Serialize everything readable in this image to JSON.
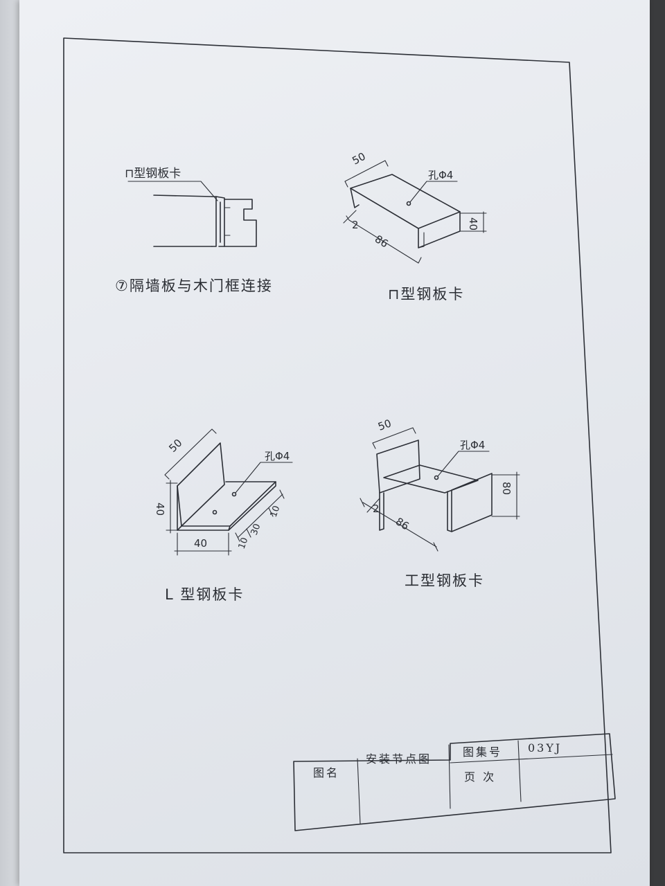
{
  "drawing": {
    "detail7": {
      "label": "⊓型钢板卡",
      "caption": "⑦隔墙板与木门框连接"
    },
    "u_clip": {
      "dim_width": "50",
      "dim_thickness": "2",
      "dim_length": "86",
      "dim_height": "40",
      "hole": "孔Φ4",
      "caption": "⊓型钢板卡"
    },
    "l_clip": {
      "dim_width": "50",
      "dim_height": "40",
      "dim_base": "40",
      "hole": "孔Φ4",
      "dim_a": "10",
      "dim_b": "30",
      "dim_c": "10",
      "caption": "L 型钢板卡"
    },
    "i_clip": {
      "dim_width": "50",
      "hole": "孔Φ4",
      "dim_height": "80",
      "dim_thickness": "2",
      "dim_length": "86",
      "caption": "工型钢板卡"
    }
  },
  "title_block": {
    "name_label": "图名",
    "name_value": "安装节点图",
    "atlas_label": "图集号",
    "atlas_value": "03YJ",
    "page_label": "页  次",
    "page_value": ""
  }
}
